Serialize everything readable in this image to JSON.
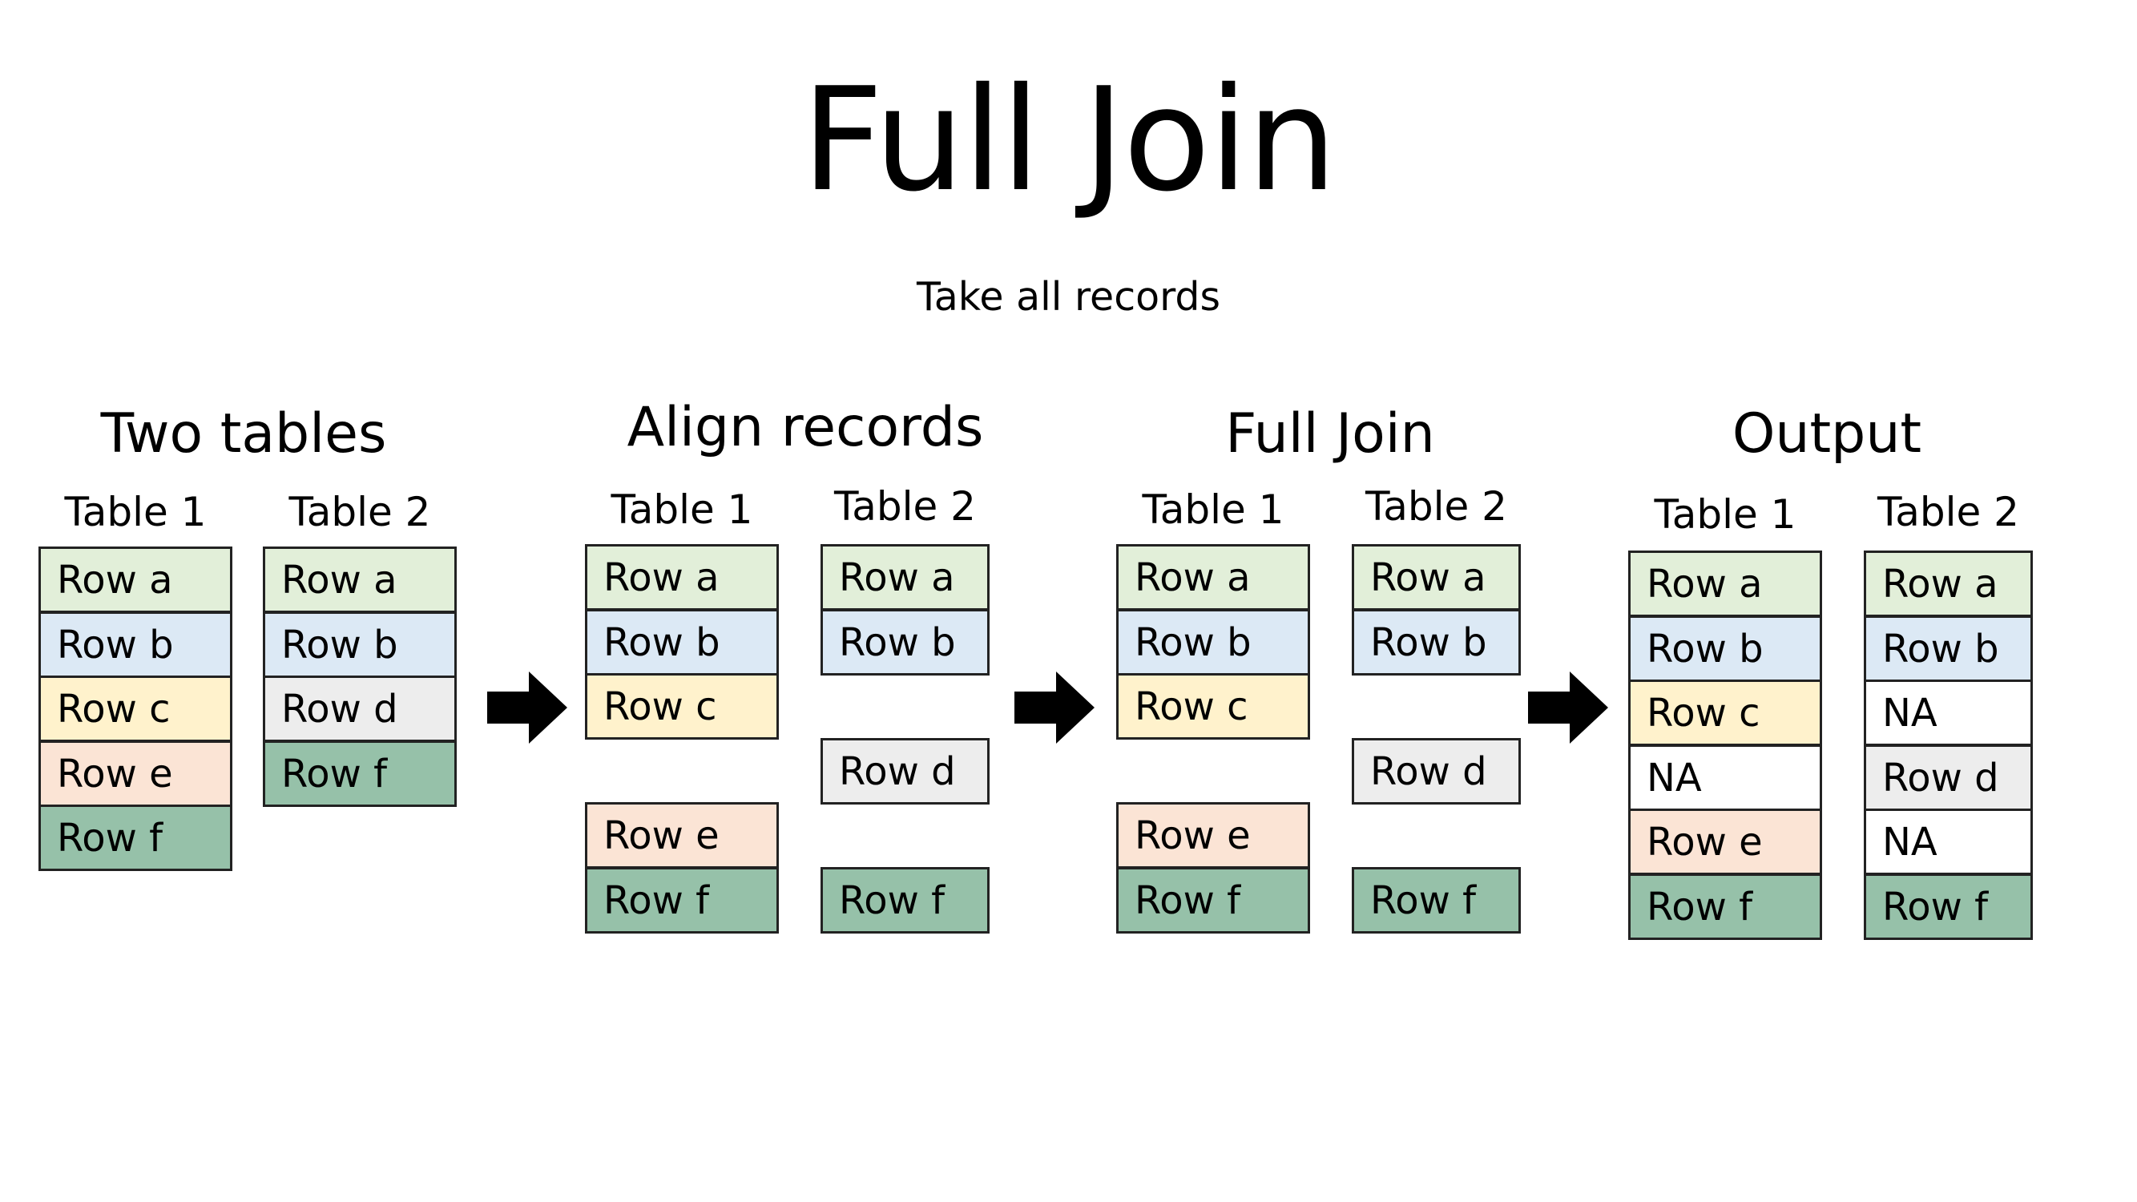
{
  "title": "Full Join",
  "subtitle": "Take all records",
  "colors": {
    "a": "#e2efd9",
    "b": "#dce9f5",
    "c": "#fff2cc",
    "d": "#ededed",
    "e": "#fbe4d5",
    "f": "#96c1a9",
    "na": "#ffffff",
    "border": "#222222",
    "arrow": "#000000"
  },
  "panels": [
    {
      "title": "Two tables",
      "tables": [
        {
          "label": "Table 1",
          "rows": [
            {
              "text": "Row a",
              "color": "a"
            },
            {
              "text": "Row b",
              "color": "b"
            },
            {
              "text": "Row c",
              "color": "c"
            },
            {
              "text": "Row e",
              "color": "e"
            },
            {
              "text": "Row f",
              "color": "f"
            }
          ]
        },
        {
          "label": "Table 2",
          "rows": [
            {
              "text": "Row a",
              "color": "a"
            },
            {
              "text": "Row b",
              "color": "b"
            },
            {
              "text": "Row d",
              "color": "d"
            },
            {
              "text": "Row f",
              "color": "f"
            }
          ]
        }
      ]
    },
    {
      "title": "Align records",
      "tables": [
        {
          "label": "Table 1",
          "rows": [
            {
              "text": "Row a",
              "color": "a"
            },
            {
              "text": "Row b",
              "color": "b"
            },
            {
              "text": "Row c",
              "color": "c"
            },
            null,
            {
              "text": "Row e",
              "color": "e"
            },
            {
              "text": "Row f",
              "color": "f"
            }
          ]
        },
        {
          "label": "Table 2",
          "rows": [
            {
              "text": "Row a",
              "color": "a"
            },
            {
              "text": "Row b",
              "color": "b"
            },
            null,
            {
              "text": "Row d",
              "color": "d"
            },
            null,
            {
              "text": "Row f",
              "color": "f"
            }
          ]
        }
      ]
    },
    {
      "title": "Full Join",
      "tables": [
        {
          "label": "Table 1",
          "rows": [
            {
              "text": "Row a",
              "color": "a"
            },
            {
              "text": "Row b",
              "color": "b"
            },
            {
              "text": "Row c",
              "color": "c"
            },
            null,
            {
              "text": "Row e",
              "color": "e"
            },
            {
              "text": "Row f",
              "color": "f"
            }
          ]
        },
        {
          "label": "Table 2",
          "rows": [
            {
              "text": "Row a",
              "color": "a"
            },
            {
              "text": "Row b",
              "color": "b"
            },
            null,
            {
              "text": "Row d",
              "color": "d"
            },
            null,
            {
              "text": "Row f",
              "color": "f"
            }
          ]
        }
      ]
    },
    {
      "title": "Output",
      "tables": [
        {
          "label": "Table 1",
          "rows": [
            {
              "text": "Row a",
              "color": "a"
            },
            {
              "text": "Row b",
              "color": "b"
            },
            {
              "text": "Row c",
              "color": "c"
            },
            {
              "text": "NA",
              "color": "na"
            },
            {
              "text": "Row e",
              "color": "e"
            },
            {
              "text": "Row f",
              "color": "f"
            }
          ]
        },
        {
          "label": "Table 2",
          "rows": [
            {
              "text": "Row a",
              "color": "a"
            },
            {
              "text": "Row b",
              "color": "b"
            },
            {
              "text": "NA",
              "color": "na"
            },
            {
              "text": "Row d",
              "color": "d"
            },
            {
              "text": "NA",
              "color": "na"
            },
            {
              "text": "Row f",
              "color": "f"
            }
          ]
        }
      ]
    }
  ],
  "arrows": [
    "right-arrow-icon",
    "right-arrow-icon",
    "right-arrow-icon"
  ]
}
